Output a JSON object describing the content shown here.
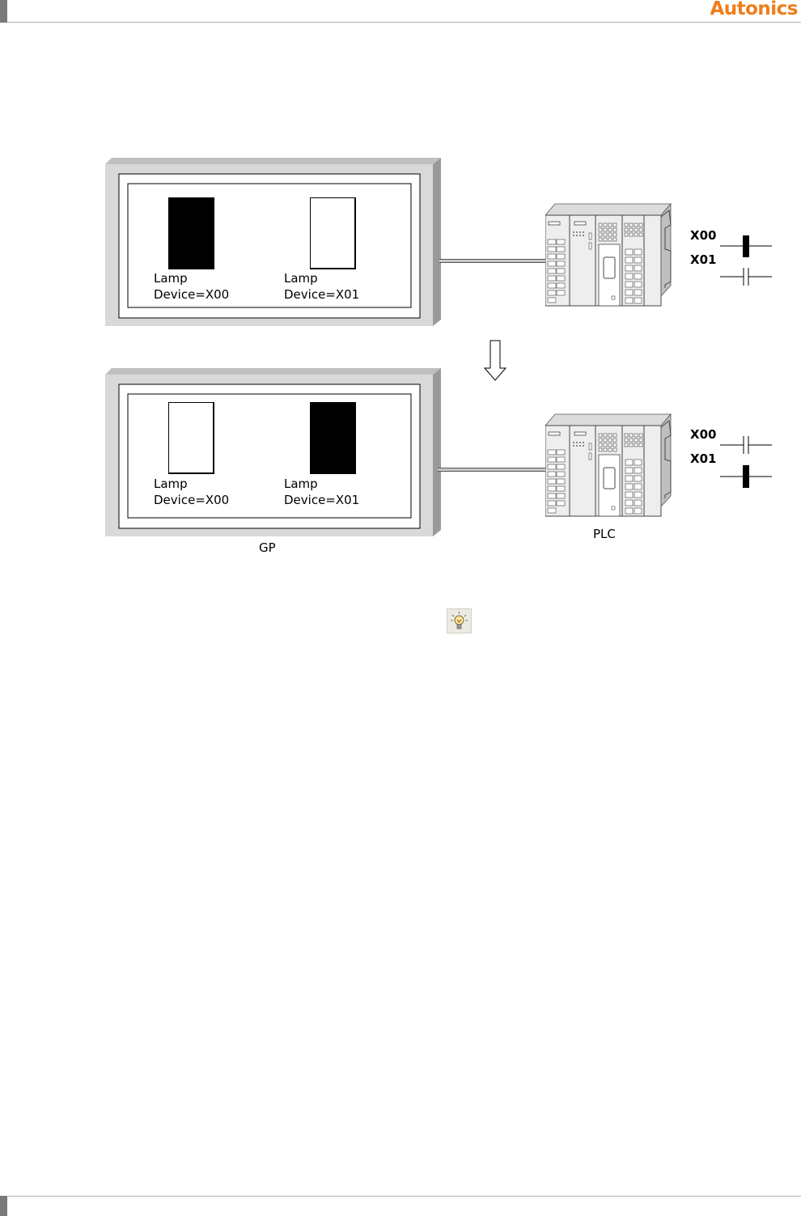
{
  "header": {
    "brand": "Autonics"
  },
  "diagram": {
    "top": {
      "lamps": [
        {
          "label": "Lamp",
          "device": "Device=X00",
          "state": "on"
        },
        {
          "label": "Lamp",
          "device": "Device=X01",
          "state": "off"
        }
      ],
      "contacts": [
        {
          "name": "X00",
          "state": "closed"
        },
        {
          "name": "X01",
          "state": "open"
        }
      ]
    },
    "bottom": {
      "lamps": [
        {
          "label": "Lamp",
          "device": "Device=X00",
          "state": "off"
        },
        {
          "label": "Lamp",
          "device": "Device=X01",
          "state": "on"
        }
      ],
      "contacts": [
        {
          "name": "X00",
          "state": "open"
        },
        {
          "name": "X01",
          "state": "closed"
        }
      ]
    },
    "captions": {
      "gp": "GP",
      "plc": "PLC"
    }
  },
  "icons": {
    "tip": "lightbulb-tip-icon"
  }
}
